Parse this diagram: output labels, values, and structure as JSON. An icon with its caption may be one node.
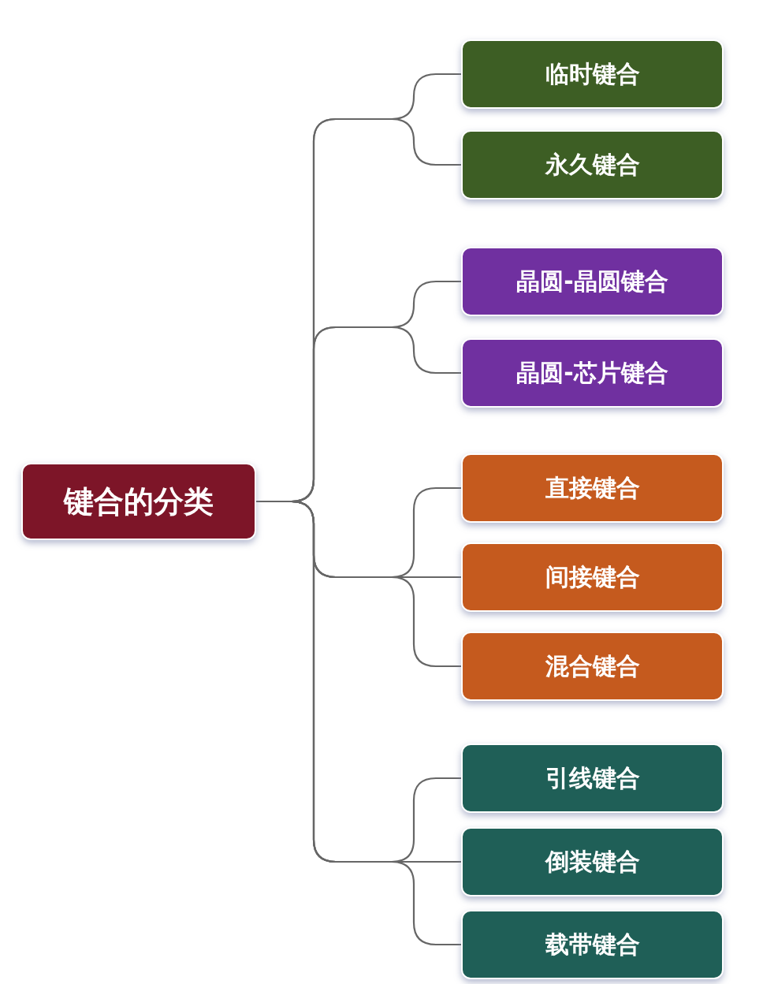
{
  "diagram": {
    "nodes": [
      {
        "text": [
          "键合的分类"
        ]
      },
      {
        "text": [
          "临时键合"
        ]
      },
      {
        "text": [
          "永久键合"
        ]
      },
      {
        "text": [
          "晶圆-晶圆键合"
        ]
      },
      {
        "text": [
          "晶圆-芯片键合"
        ]
      },
      {
        "text": [
          "直接键合"
        ]
      },
      {
        "text": [
          "间接键合"
        ]
      },
      {
        "text": [
          "混合键合"
        ]
      },
      {
        "text": [
          "引线键合"
        ]
      },
      {
        "text": [
          "倒装键合"
        ]
      },
      {
        "text": [
          "载带键合"
        ]
      }
    ],
    "edges": [
      {
        "from": 0,
        "to": 1,
        "arrow": "none"
      },
      {
        "from": 0,
        "to": 2,
        "arrow": "none"
      },
      {
        "from": 0,
        "to": 3,
        "arrow": "none"
      },
      {
        "from": 0,
        "to": 4,
        "arrow": "none"
      },
      {
        "from": 0,
        "to": 5,
        "arrow": "none"
      },
      {
        "from": 0,
        "to": 6,
        "arrow": "none"
      },
      {
        "from": 0,
        "to": 7,
        "arrow": "none"
      },
      {
        "from": 0,
        "to": 8,
        "arrow": "none"
      },
      {
        "from": 0,
        "to": 9,
        "arrow": "none"
      },
      {
        "from": 0,
        "to": 10,
        "arrow": "none"
      }
    ]
  }
}
